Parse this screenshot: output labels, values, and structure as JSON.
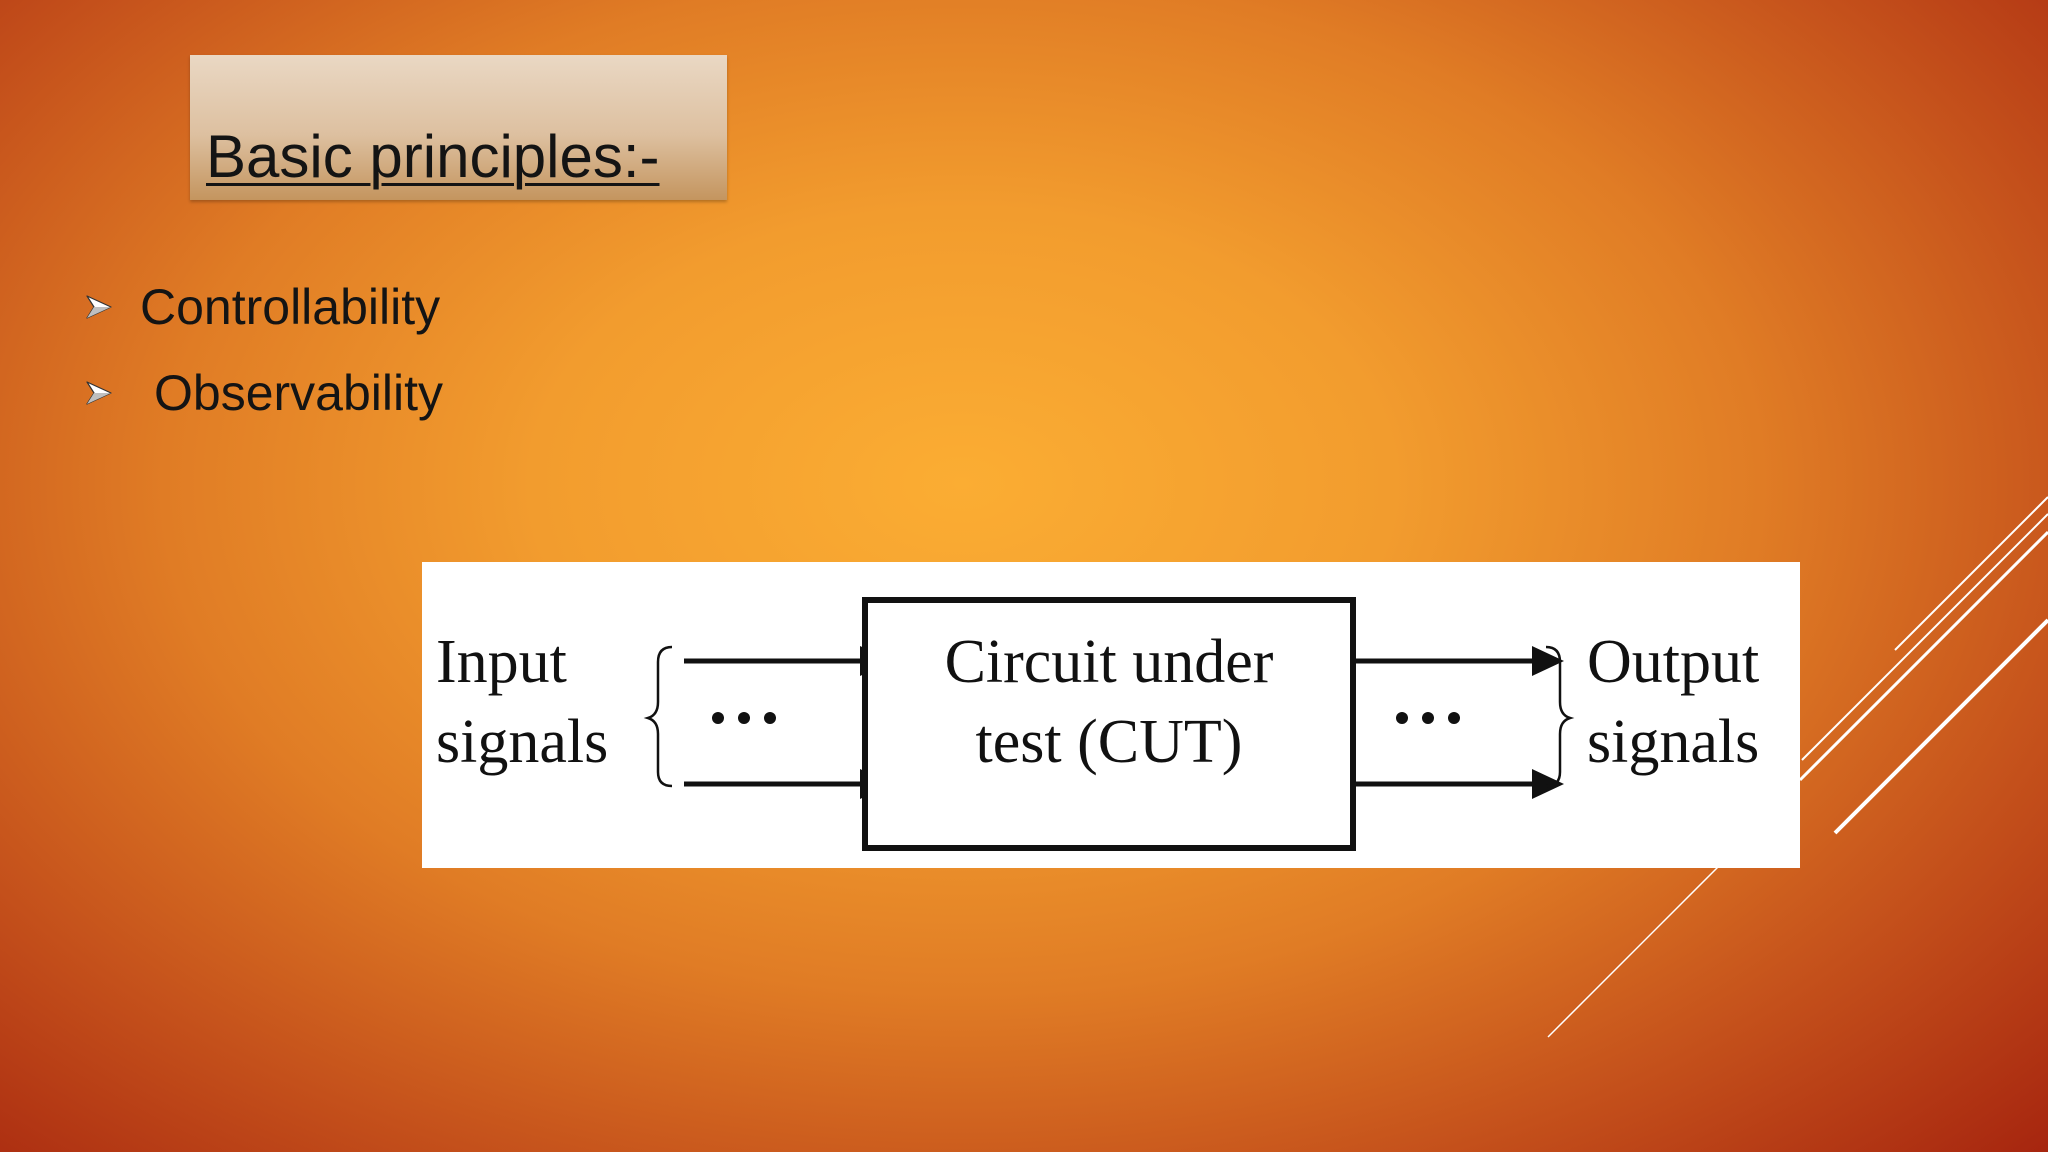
{
  "slide": {
    "title": "Basic principles:-",
    "bullets": [
      "Controllability",
      "Observability"
    ]
  },
  "diagram": {
    "input_label_line1": "Input",
    "input_label_line2": "signals",
    "input_ellipsis": "• • •",
    "box_label_line1": "Circuit under",
    "box_label_line2": "test (CUT)",
    "output_ellipsis": "• • •",
    "output_label_line1": "Output",
    "output_label_line2": "signals"
  },
  "colors": {
    "background_center": "#fbad33",
    "background_edge": "#a4220e",
    "title_box": "#ddc0a0",
    "text": "#141414",
    "decor_lines": "#ffffff"
  },
  "icons": [
    "arrowhead-bullet-icon",
    "arrowhead-bullet-icon"
  ]
}
